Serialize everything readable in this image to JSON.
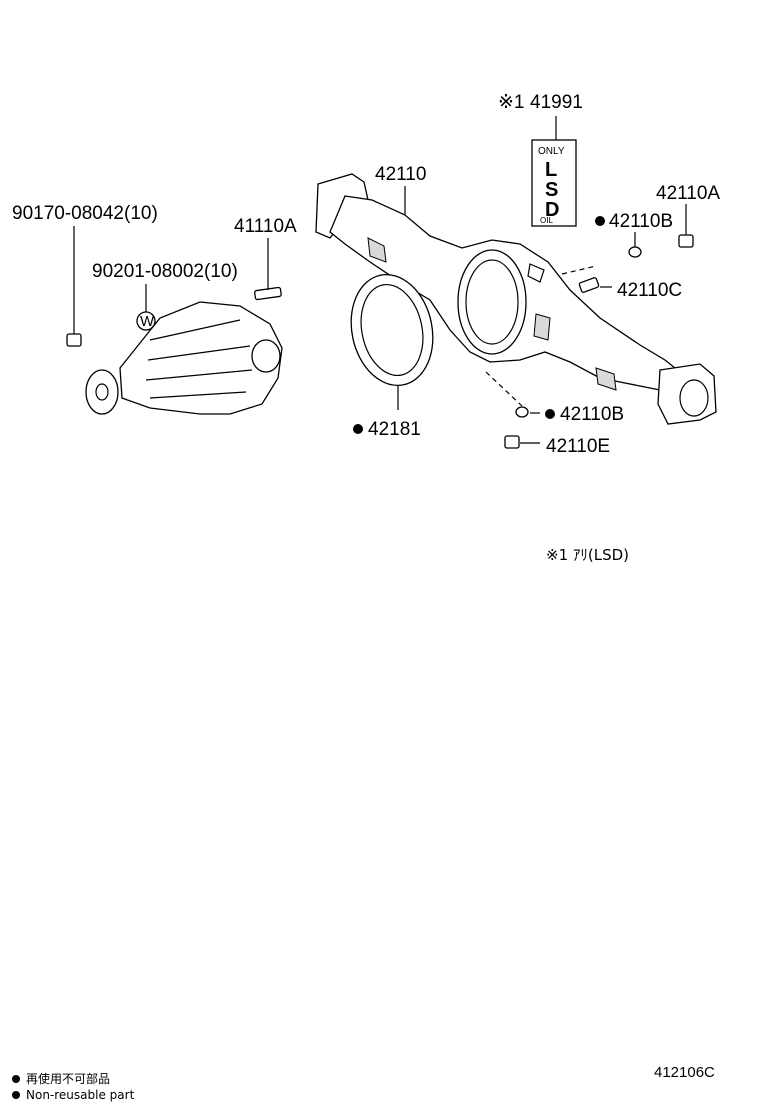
{
  "parts": {
    "p90170": "90170-08042(10)",
    "p90201": "90201-08002(10)",
    "p41110A": "41110A",
    "p42110": "42110",
    "p41991_mark": "※1",
    "p41991": "41991",
    "p42110A": "42110A",
    "p42110B_upper": "42110B",
    "p42110C": "42110C",
    "p42181": "42181",
    "p42110B_lower": "42110B",
    "p42110E": "42110E"
  },
  "label_plate": {
    "top": "ONLY",
    "letters": [
      "L",
      "S",
      "D"
    ],
    "bottom": "OIL"
  },
  "washer_symbol": "W",
  "note": "※1 ｱﾘ(LSD)",
  "legend": [
    "再使用不可部品",
    "Non-reusable part"
  ],
  "illustration_code": "412106C"
}
